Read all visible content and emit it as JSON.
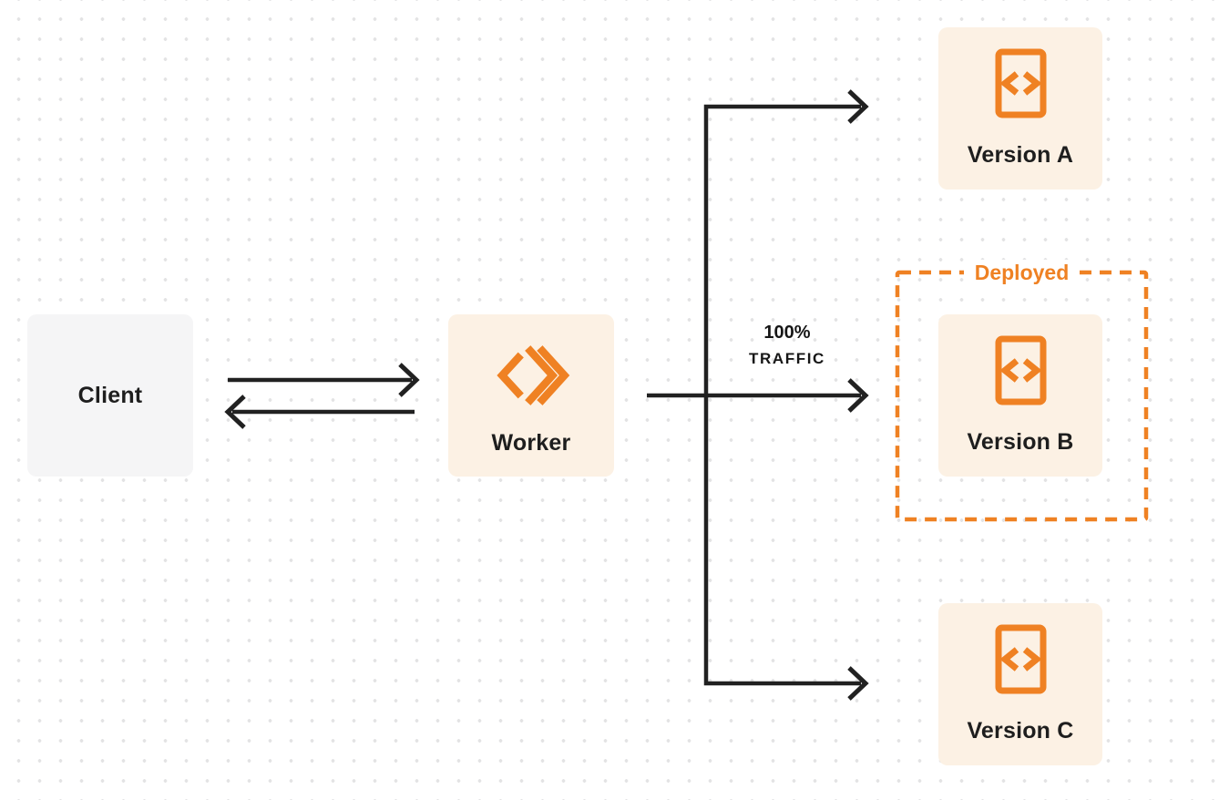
{
  "diagram": {
    "type": "architecture-flow",
    "nodes": {
      "client": {
        "label": "Client"
      },
      "worker": {
        "label": "Worker"
      },
      "version_a": {
        "label": "Version A"
      },
      "version_b": {
        "label": "Version B"
      },
      "version_c": {
        "label": "Version C"
      }
    },
    "annotations": {
      "deployed_label": "Deployed",
      "traffic_percent": "100%",
      "traffic_word": "TRAFFIC"
    },
    "edges": [
      {
        "from": "client",
        "to": "worker",
        "direction": "right"
      },
      {
        "from": "worker",
        "to": "client",
        "direction": "left"
      },
      {
        "from": "worker",
        "to": "version_a",
        "direction": "branch-up"
      },
      {
        "from": "worker",
        "to": "version_b",
        "direction": "straight",
        "label": "100% TRAFFIC"
      },
      {
        "from": "worker",
        "to": "version_c",
        "direction": "branch-down"
      }
    ],
    "icons": {
      "worker_icon": "cloudflare-workers-logo-icon",
      "version_icon": "code-file-icon"
    },
    "colors": {
      "accent_orange": "#ef8123",
      "box_cream": "#fcf1e4",
      "box_gray": "#f5f5f6",
      "arrow_dark": "#212121",
      "text_dark": "#1e1e1e",
      "dot_grid": "#e3e3e4",
      "background": "#ffffff"
    }
  }
}
